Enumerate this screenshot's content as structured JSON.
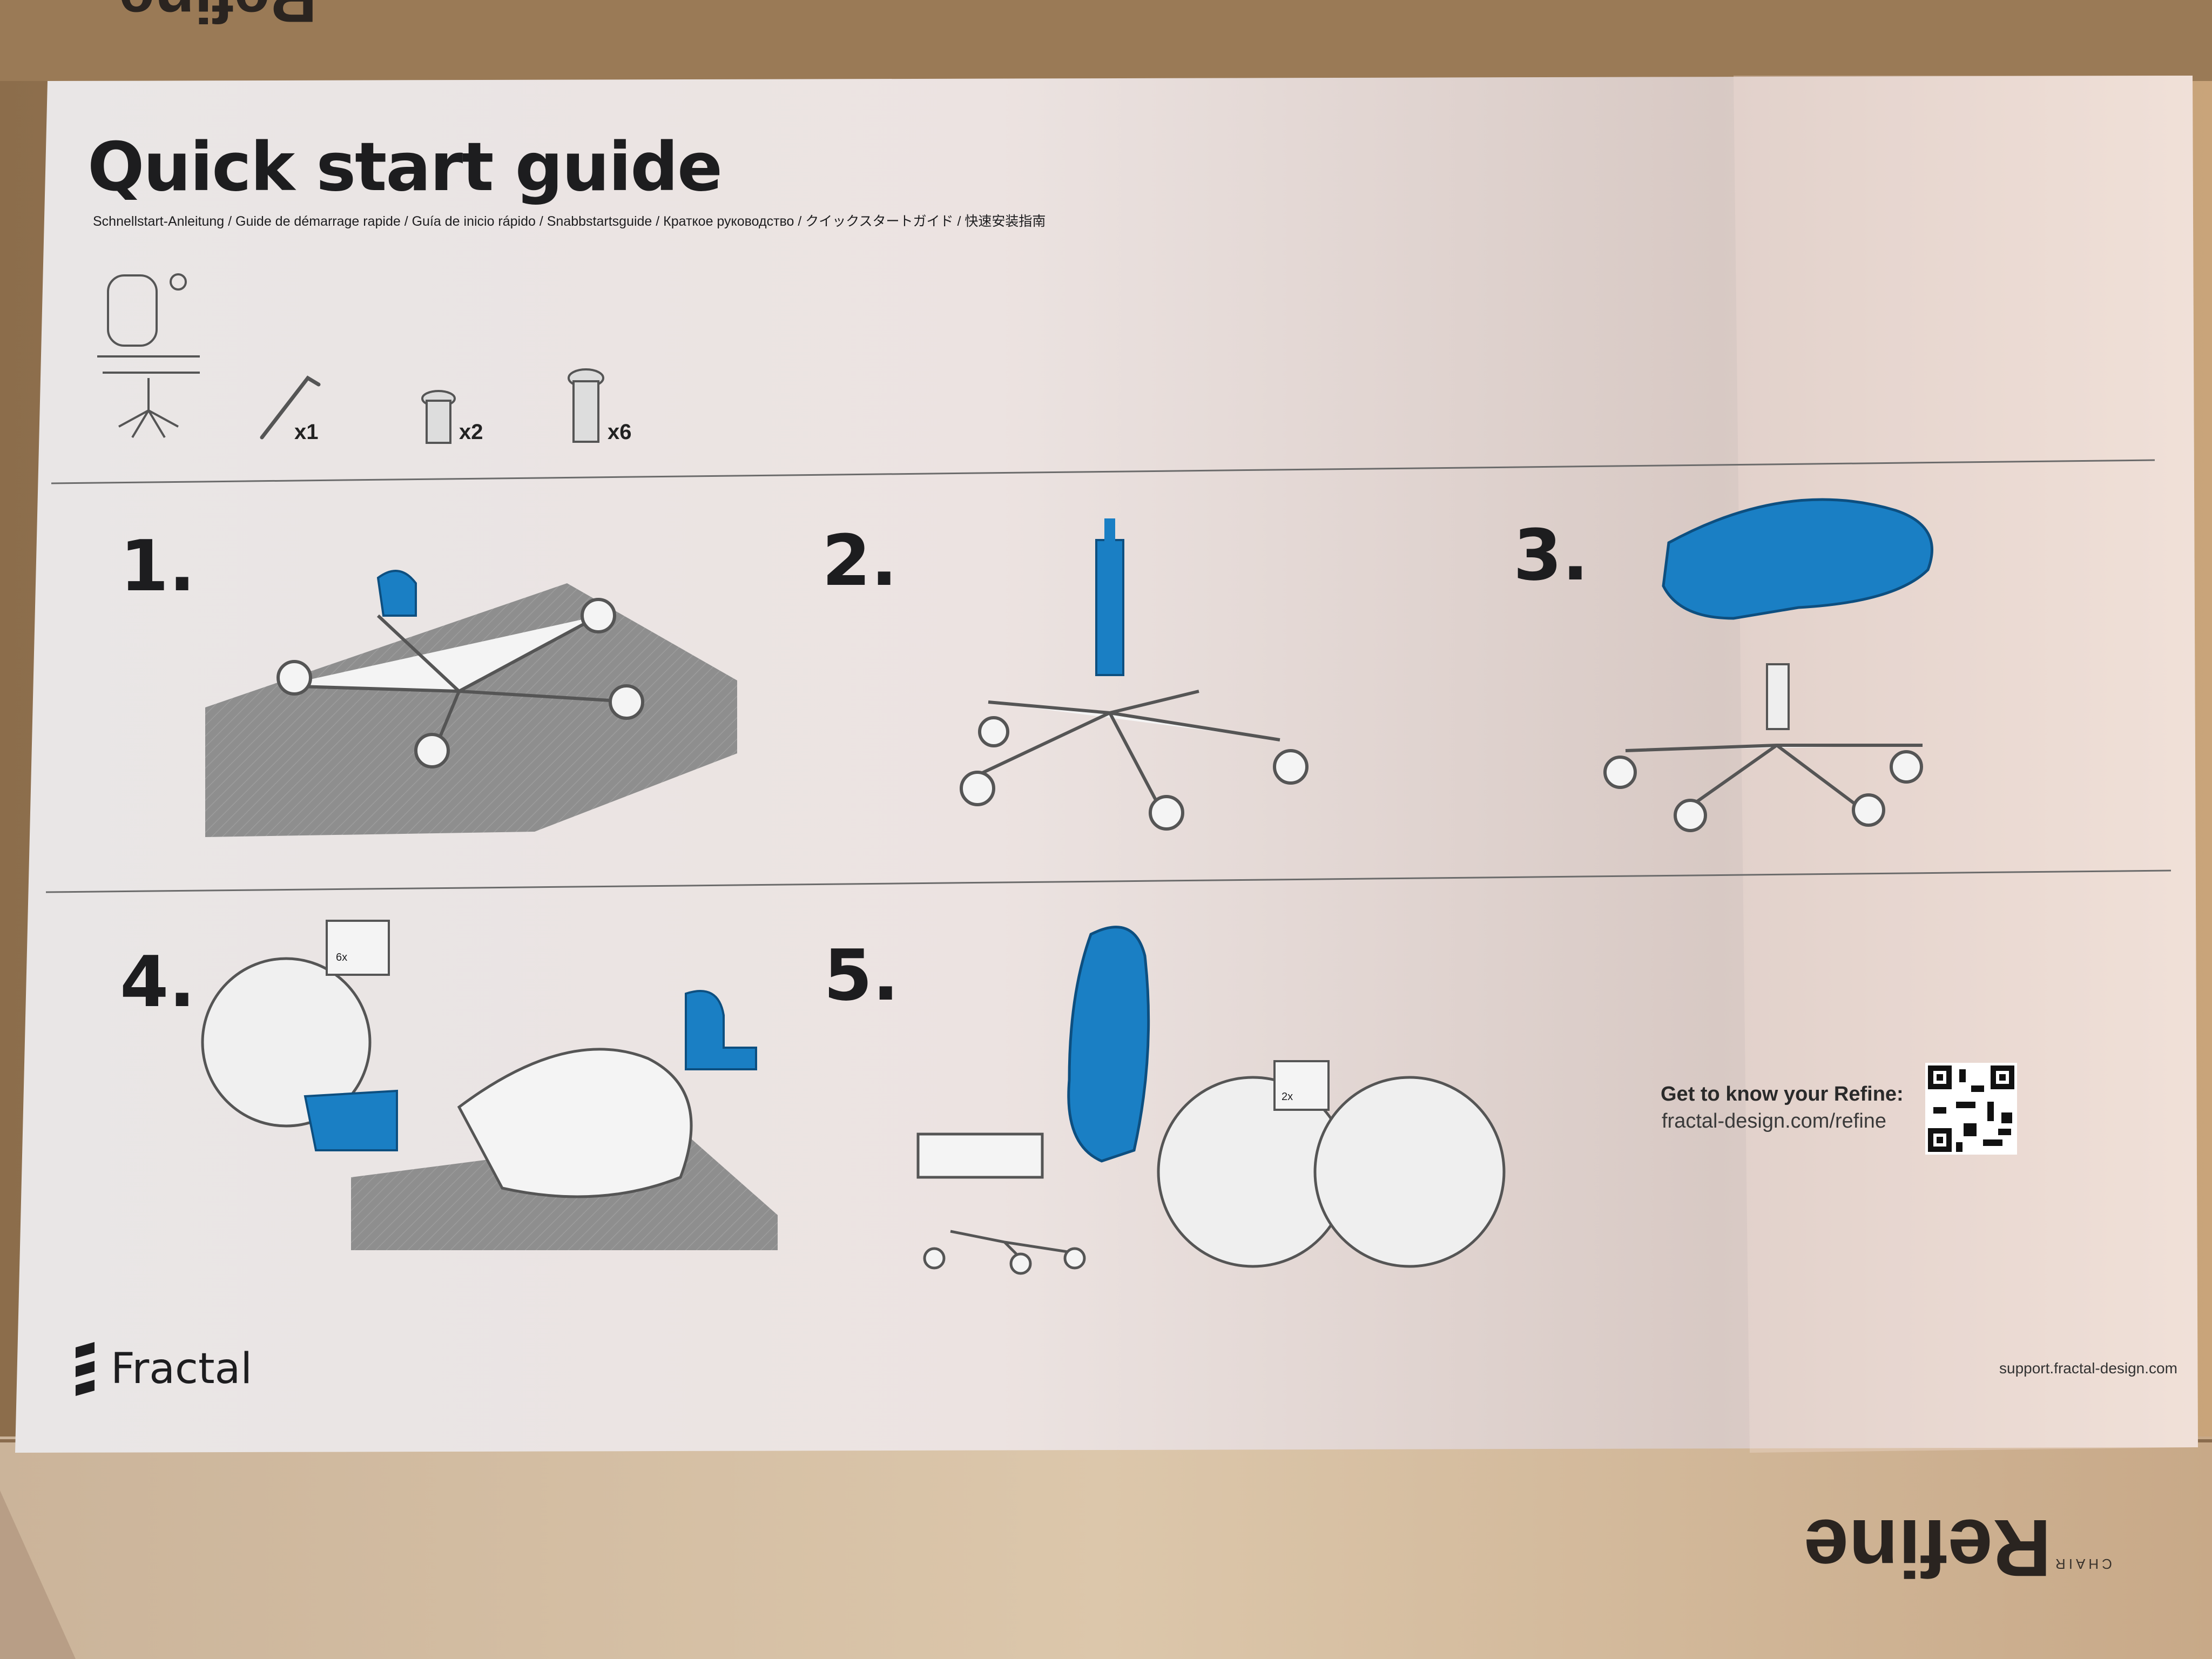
{
  "guide": {
    "title": "Quick start guide",
    "subtitle": "Schnellstart-Anleitung / Guide de démarrage rapide / Guía de inicio rápido /  Snabbstartsguide / Краткое руководство / クイックスタートガイド / 快速安装指南"
  },
  "parts": [
    {
      "name": "chair",
      "qty": ""
    },
    {
      "name": "hex-key",
      "qty": "x1"
    },
    {
      "name": "short-bolt",
      "qty": "x2"
    },
    {
      "name": "long-bolt",
      "qty": "x6"
    }
  ],
  "steps": [
    {
      "number": "1."
    },
    {
      "number": "2."
    },
    {
      "number": "3."
    },
    {
      "number": "4.",
      "callout": "6x"
    },
    {
      "number": "5.",
      "callout": "2x"
    }
  ],
  "cta": {
    "heading": "Get to know your Refine:",
    "url": "fractal-design.com/refine"
  },
  "brand": "Fractal",
  "support_url": "support.fractal-design.com",
  "box_print": {
    "brand": "Refine",
    "sub": "CHAIR",
    "top_fragment": "Refine"
  },
  "colors": {
    "accent_blue": "#1a7fc4",
    "paper": "#efe6e2",
    "cardboard": "#a4835d"
  }
}
